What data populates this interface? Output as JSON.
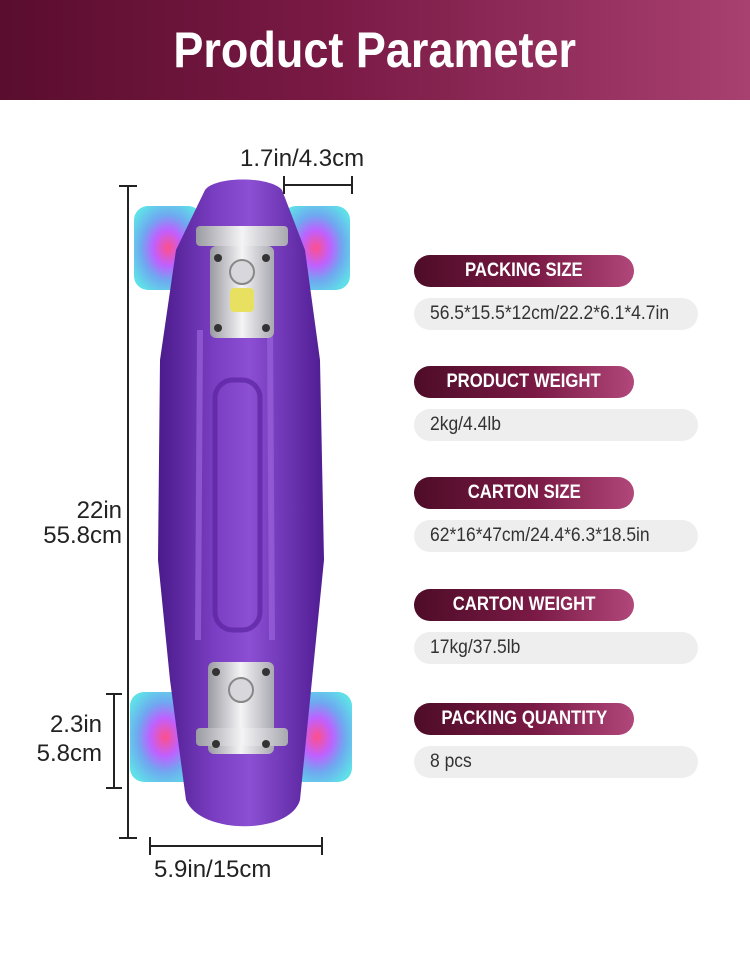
{
  "header": {
    "title": "Product Parameter"
  },
  "dimensions": {
    "truck_width": "1.7in/4.3cm",
    "length_in": "22in",
    "length_cm": "55.8cm",
    "wheel_in": "2.3in",
    "wheel_cm": "5.8cm",
    "deck_width": "5.9in/15cm"
  },
  "params": [
    {
      "label": "PACKING SIZE",
      "value": "56.5*15.5*12cm/22.2*6.1*4.7in"
    },
    {
      "label": "PRODUCT WEIGHT",
      "value": "2kg/4.4lb"
    },
    {
      "label": "CARTON SIZE",
      "value": "62*16*47cm/24.4*6.3*18.5in"
    },
    {
      "label": "CARTON WEIGHT",
      "value": "17kg/37.5lb"
    },
    {
      "label": "PACKING QUANTITY",
      "value": "8 pcs"
    }
  ],
  "colors": {
    "header_start": "#5a0d2e",
    "header_end": "#a84070",
    "deck": "#6a2fb0",
    "wheel": "#6fd0e6",
    "value_bg": "#eeeeee"
  }
}
